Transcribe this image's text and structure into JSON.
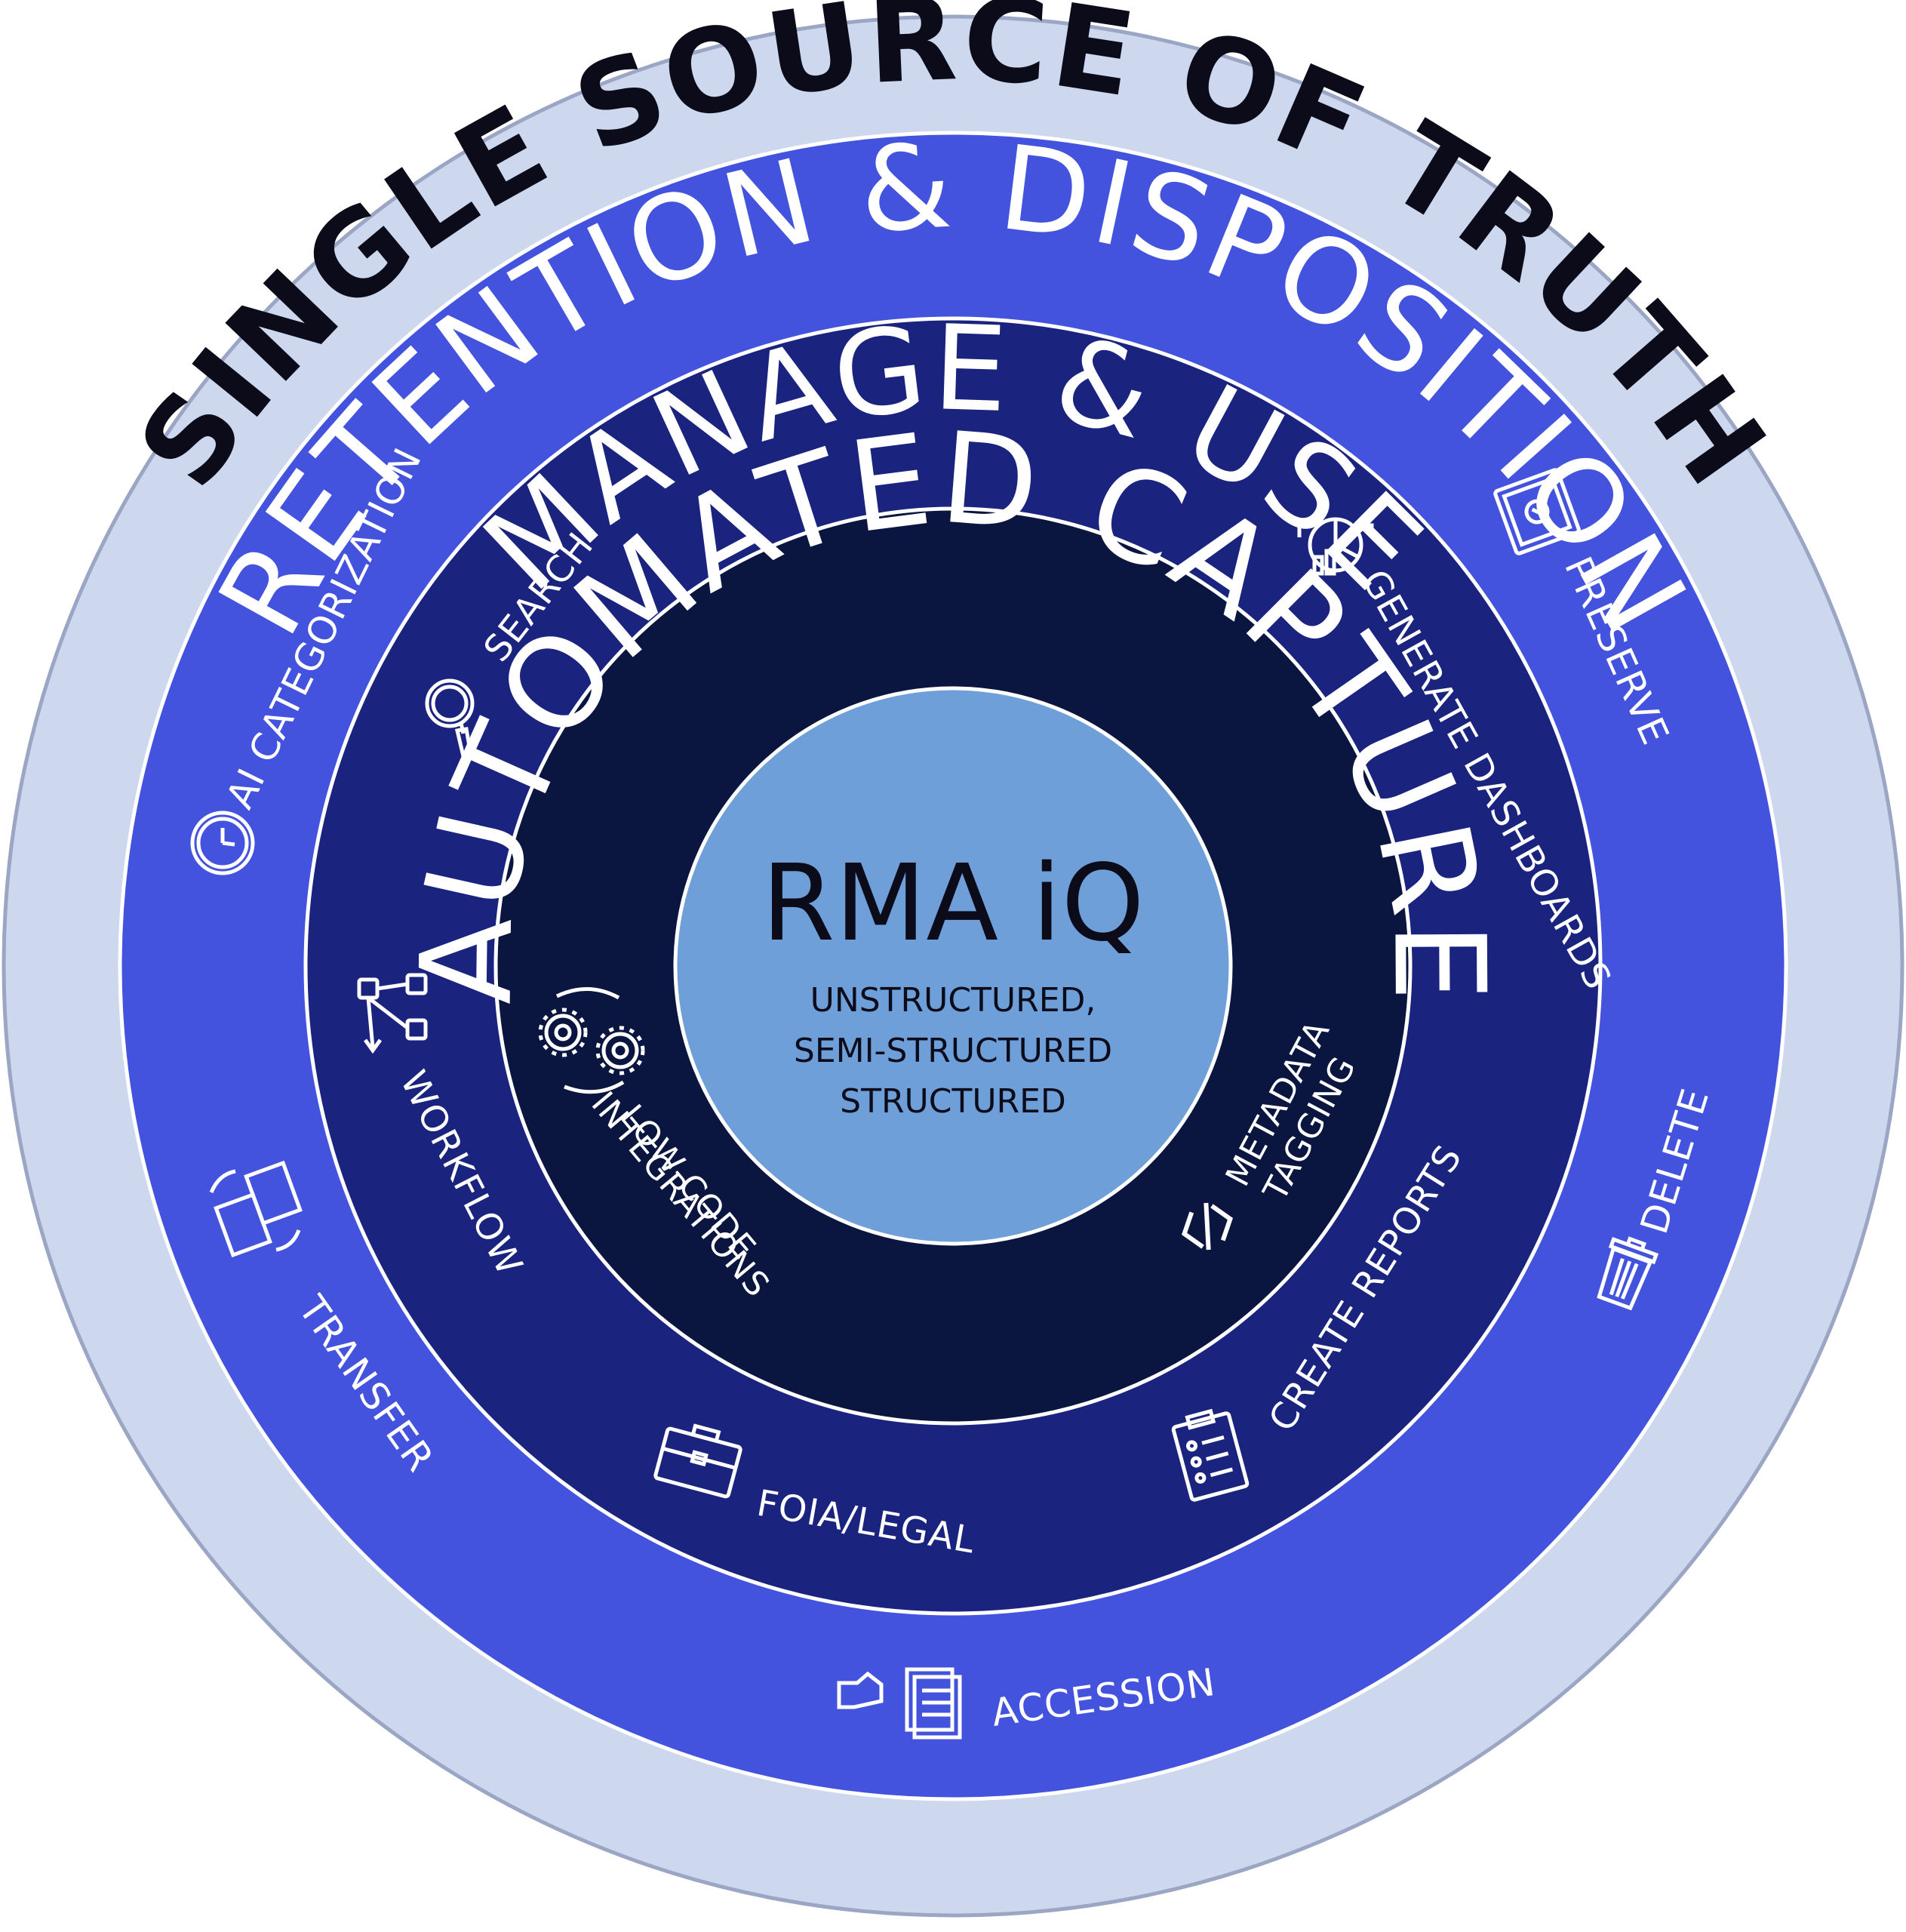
{
  "colors": {
    "outer_ring": "#cdd8ee",
    "retention_ring": "#4353de",
    "manage_ring": "#1a237e",
    "capture_ring": "#0b1640",
    "core": "#6f9fd8",
    "outer_text": "#0b0b1a",
    "ring_text": "#ffffff"
  },
  "rings": {
    "outer": {
      "title": "SINGLE SOURCE OF TRUTH"
    },
    "retention": {
      "title": "RETENTION & DISPOSITION",
      "items": [
        {
          "label": "AI CATEGORIZATION",
          "icon": "clock-icon"
        },
        {
          "label": "PRESERVE",
          "icon": "safe-icon"
        },
        {
          "label": "DELETE",
          "icon": "trash-icon"
        },
        {
          "label": "ACCESSION",
          "icon": "hand-documents-icon"
        },
        {
          "label": "TRANSFER",
          "icon": "transfer-files-icon"
        }
      ]
    },
    "manage": {
      "title": "MANAGE & USE",
      "items": [
        {
          "label": "SEARCH",
          "icon": "magnifier-icon"
        },
        {
          "label": "GENERATE DASHBOARDS",
          "icon": "dashboard-chart-icon"
        },
        {
          "label": "CREATE REPORTS",
          "icon": "clipboard-icon"
        },
        {
          "label": "FOIA/LEGAL",
          "icon": "briefcase-icon"
        },
        {
          "label": "WORKFLOW",
          "icon": "workflow-icon"
        }
      ]
    },
    "capture": {
      "title": "AUTOMATED CAPTURE",
      "items": [
        {
          "label_line1": "LOW-CODE",
          "label_line2": "INTEGRATIONS",
          "icon": "gears-icon"
        },
        {
          "label_line1": "METADATA",
          "label_line2": "TAGGING",
          "icon": "code-icon"
        }
      ]
    }
  },
  "core": {
    "title": "RMA iQ",
    "lines": [
      "UNSTRUCTURED,",
      "SEMI-STRUCTURED",
      "STRUCTURED"
    ]
  }
}
